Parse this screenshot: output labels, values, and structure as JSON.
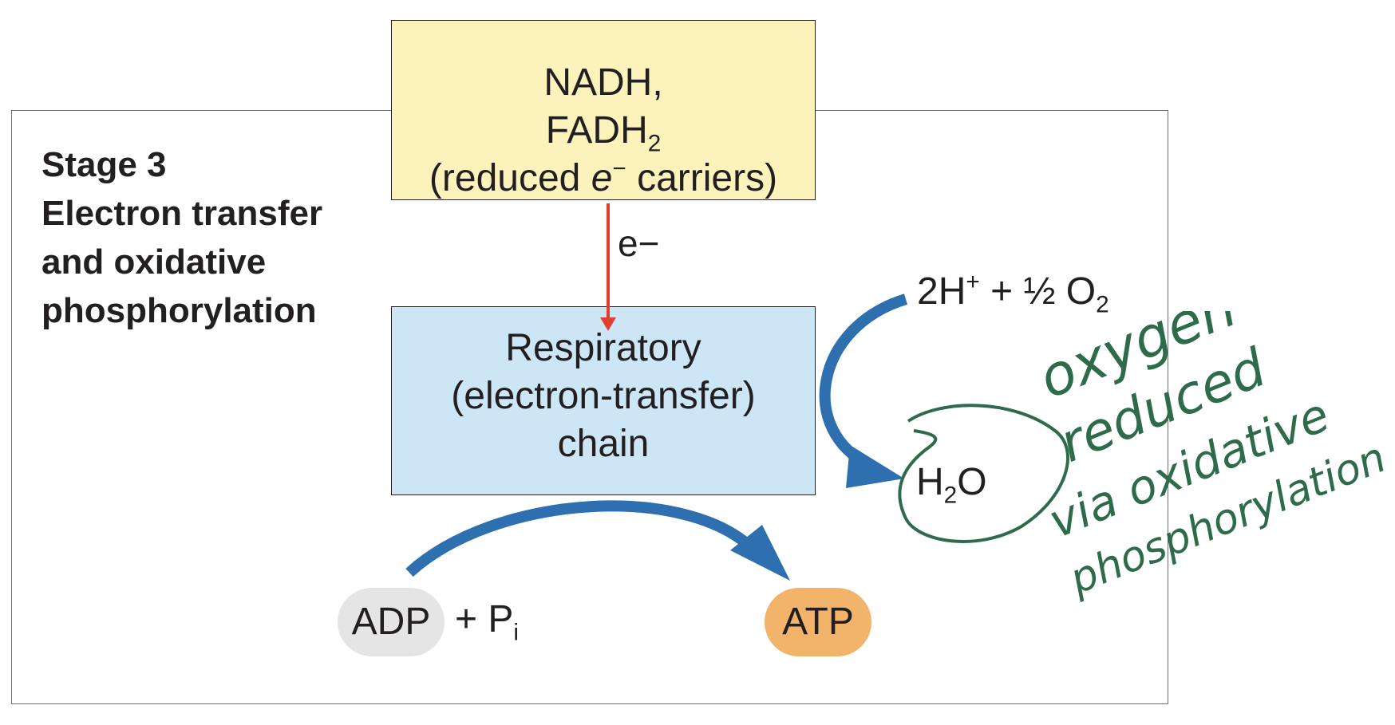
{
  "stage": {
    "lines": [
      "Stage 3",
      "Electron transfer",
      "and oxidative",
      "phosphorylation"
    ]
  },
  "nadh_box": {
    "line1": "NADH,",
    "line2_main": "FADH",
    "line2_sub": "2",
    "line3_open": "(reduced ",
    "line3_e": "e",
    "line3_sup": "−",
    "line3_close": " carriers)"
  },
  "electron_label": "e−",
  "chain_box": {
    "lines": [
      "Respiratory",
      "(electron-transfer)",
      "chain"
    ]
  },
  "oxygen": {
    "coef": "2H",
    "sup": "+",
    "plus": " + ½ O",
    "sub": "2"
  },
  "water": {
    "h": "H",
    "sub": "2",
    "o": "O"
  },
  "adp": "ADP",
  "pi": {
    "text": "+ P",
    "sub": "i"
  },
  "atp": "ATP",
  "handwriting": [
    "oxygen",
    "reduced",
    "via oxidative",
    "phosphorylation"
  ],
  "colors": {
    "nadh_fill": "#fbf3bb",
    "chain_fill": "#cde6f5",
    "arrow_blue": "#2e6fb0",
    "arrow_red": "#e0402f",
    "adp_fill": "#e5e5e6",
    "atp_fill": "#f2b36b",
    "handwriting_green": "#2e6b4a"
  }
}
